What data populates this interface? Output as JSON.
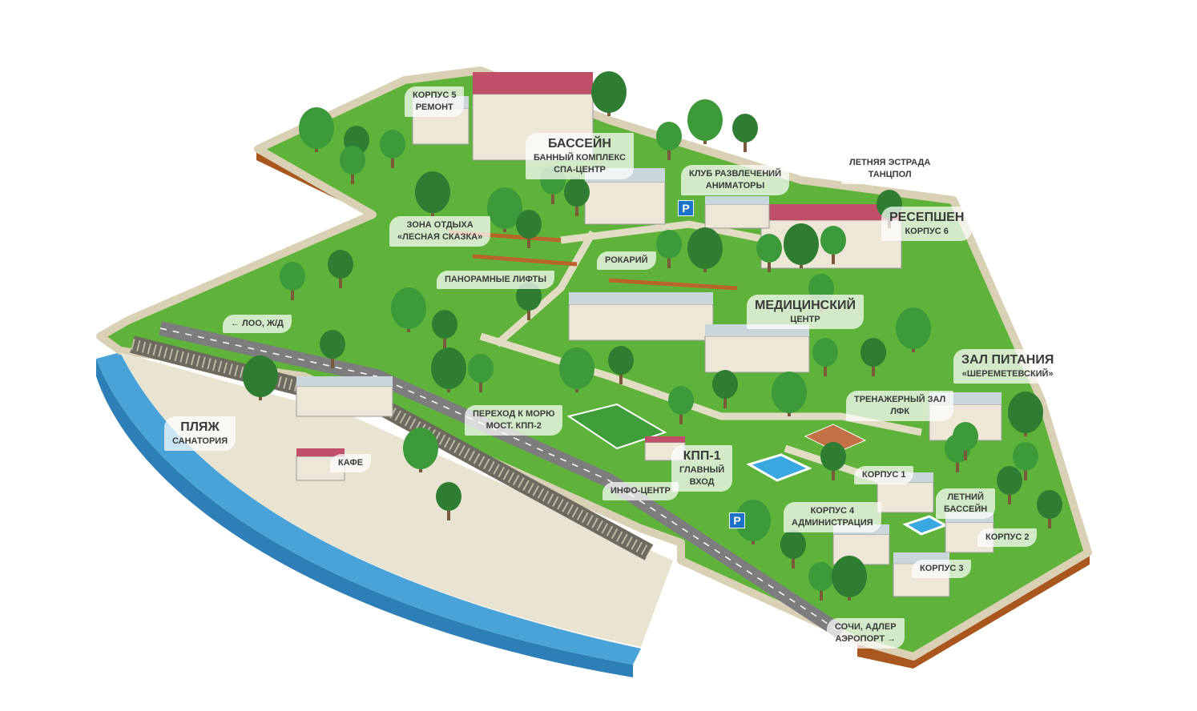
{
  "map": {
    "labels": {
      "korpus5": {
        "line1": "КОРПУС 5",
        "line2": "РЕМОНТ"
      },
      "pool": {
        "title": "БАССЕЙН",
        "line1": "БАННЫЙ КОМПЛЕКС",
        "line2": "СПА-ЦЕНТР"
      },
      "club": {
        "line1": "КЛУБ РАЗВЛЕЧЕНИЙ",
        "line2": "АНИМАТОРЫ"
      },
      "estrada": {
        "line1": "ЛЕТНЯЯ ЭСТРАДА",
        "line2": "ТАНЦПОЛ"
      },
      "reception": {
        "title": "РЕСЕПШЕН",
        "line1": "КОРПУС 6"
      },
      "rest_zone": {
        "line1": "ЗОНА ОТДЫХА",
        "line2": "«ЛЕСНАЯ СКАЗКА»"
      },
      "rockery": {
        "line1": "РОКАРИЙ"
      },
      "lifts": {
        "line1": "ПАНОРАМНЫЕ ЛИФТЫ"
      },
      "medical": {
        "title": "МЕДИЦИНСКИЙ",
        "line1": "ЦЕНТР"
      },
      "loo": {
        "line1": "← ЛОО, Ж/Д"
      },
      "dining": {
        "title": "ЗАЛ ПИТАНИЯ",
        "line1": "«ШЕРЕМЕТЕВСКИЙ»"
      },
      "gym": {
        "line1": "ТРЕНАЖЕРНЫЙ ЗАЛ",
        "line2": "ЛФК"
      },
      "sea_pass": {
        "line1": "ПЕРЕХОД К МОРЮ",
        "line2": "МОСТ. КПП-2"
      },
      "beach": {
        "title": "ПЛЯЖ",
        "line1": "САНАТОРИЯ"
      },
      "cafe": {
        "line1": "КАФЕ"
      },
      "kpp1": {
        "title": "КПП-1",
        "line1": "ГЛАВНЫЙ",
        "line2": "ВХОД"
      },
      "info": {
        "line1": "ИНФО-ЦЕНТР"
      },
      "korpus1": {
        "line1": "КОРПУС 1"
      },
      "summer_pool": {
        "line1": "ЛЕТНИЙ",
        "line2": "БАССЕЙН"
      },
      "korpus4": {
        "line1": "КОРПУС 4",
        "line2": "АДМИНИСТРАЦИЯ"
      },
      "korpus2": {
        "line1": "КОРПУС 2"
      },
      "korpus3": {
        "line1": "КОРПУС 3"
      },
      "sochi": {
        "line1": "СОЧИ, АДЛЕР",
        "line2": "АЭРОПОРТ →"
      }
    },
    "parking_label": "P",
    "colors": {
      "grass": "#5fb33a",
      "soil": "#b8642a",
      "sea": "#2e7fb8",
      "path": "#e3dcc4",
      "tree": "#2e7d32",
      "roof": "#c0506a"
    }
  }
}
